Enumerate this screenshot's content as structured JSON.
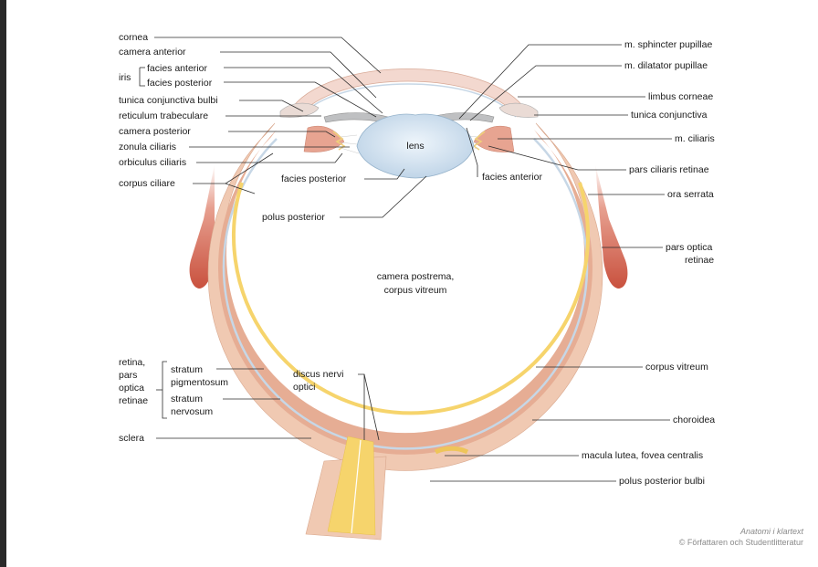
{
  "labels": {
    "cornea": "cornea",
    "camera_anterior": "camera anterior",
    "iris": "iris",
    "facies_anterior_iris": "facies anterior",
    "facies_posterior_iris": "facies posterior",
    "tunica_conjunctiva_bulbi": "tunica conjunctiva bulbi",
    "reticulum_trabeculare": "reticulum trabeculare",
    "camera_posterior": "camera posterior",
    "zonula_ciliaris": "zonula ciliaris",
    "orbiculus_ciliaris": "orbiculus ciliaris",
    "corpus_ciliare": "corpus ciliare",
    "lens": "lens",
    "facies_posterior_lens": "facies posterior",
    "facies_anterior_lens": "facies anterior",
    "polus_posterior": "polus posterior",
    "camera_postrema_1": "camera postrema,",
    "camera_postrema_2": "corpus vitreum",
    "m_sphincter": "m. sphincter pupillae",
    "m_dilatator": "m. dilatator pupillae",
    "limbus_corneae": "limbus corneae",
    "tunica_conjunctiva": "tunica conjunctiva",
    "m_ciliaris": "m. ciliaris",
    "pars_ciliaris_retinae": "pars ciliaris retinae",
    "ora_serrata": "ora serrata",
    "pars_optica_1": "pars optica",
    "pars_optica_2": "retinae",
    "corpus_vitreum": "corpus vitreum",
    "choroidea": "choroidea",
    "macula_lutea": "macula lutea, fovea centralis",
    "polus_posterior_bulbi": "polus posterior bulbi",
    "retina_1": "retina,",
    "retina_2": "pars",
    "retina_3": "optica",
    "retina_4": "retinae",
    "stratum_1": "stratum",
    "pigmentosum": "pigmentosum",
    "stratum_2": "stratum",
    "nervosum": "nervosum",
    "discus_1": "discus nervi",
    "discus_2": "optici",
    "sclera": "sclera"
  },
  "credit": {
    "line1": "Anatomi i klartext",
    "line2": "© Författaren och Studentlitteratur"
  },
  "colors": {
    "background": "#ffffff",
    "frame": "#2a2a2a",
    "sclera": "#f0c9b2",
    "choroid": "#e6ad94",
    "retina": "#f6d46c",
    "lens": "#cfe0ee",
    "muscle": "#cf6a55"
  }
}
